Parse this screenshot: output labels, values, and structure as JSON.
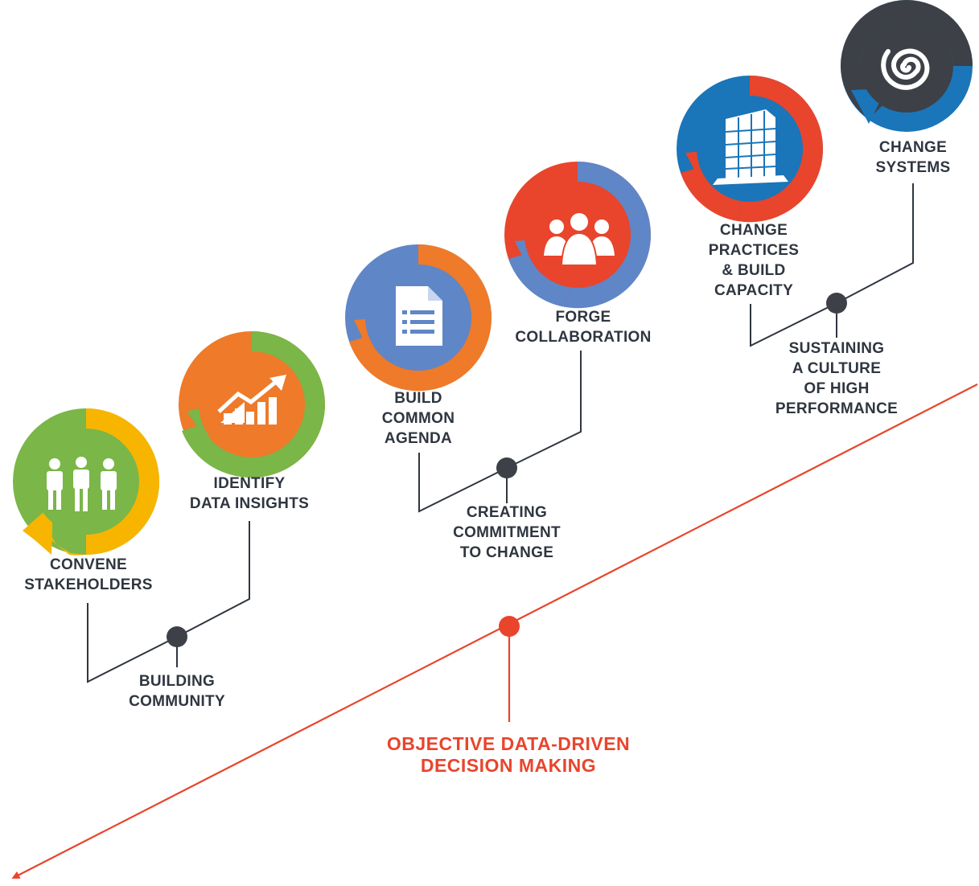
{
  "colors": {
    "green": "#7ab648",
    "yellow": "#f7b500",
    "orange": "#ee7a2a",
    "blue_light": "#5f86c7",
    "red": "#e8452c",
    "blue_dark": "#1b75b9",
    "gray_dark": "#3d4047",
    "connector": "#2f3640",
    "axis": "#e8452c"
  },
  "steps": [
    {
      "id": "convene",
      "lines": [
        "CONVENE",
        "STAKEHOLDERS"
      ],
      "icon": "people-group-icon"
    },
    {
      "id": "identify",
      "lines": [
        "IDENTIFY",
        "DATA INSIGHTS"
      ],
      "icon": "growth-chart-icon"
    },
    {
      "id": "build",
      "lines": [
        "BUILD",
        "COMMON",
        "AGENDA"
      ],
      "icon": "document-icon"
    },
    {
      "id": "forge",
      "lines": [
        "FORGE",
        "COLLABORATION"
      ],
      "icon": "team-icon"
    },
    {
      "id": "practices",
      "lines": [
        "CHANGE",
        "PRACTICES",
        "& BUILD",
        "CAPACITY"
      ],
      "icon": "building-icon"
    },
    {
      "id": "systems",
      "lines": [
        "CHANGE",
        "SYSTEMS"
      ],
      "icon": "spiral-icon"
    }
  ],
  "phases": [
    {
      "id": "community",
      "lines": [
        "BUILDING",
        "COMMUNITY"
      ]
    },
    {
      "id": "commitment",
      "lines": [
        "CREATING",
        "COMMITMENT",
        "TO CHANGE"
      ]
    },
    {
      "id": "culture",
      "lines": [
        "SUSTAINING",
        "A CULTURE",
        "OF HIGH",
        "PERFORMANCE"
      ]
    }
  ],
  "axis_label": [
    "OBJECTIVE DATA-DRIVEN",
    "DECISION MAKING"
  ]
}
